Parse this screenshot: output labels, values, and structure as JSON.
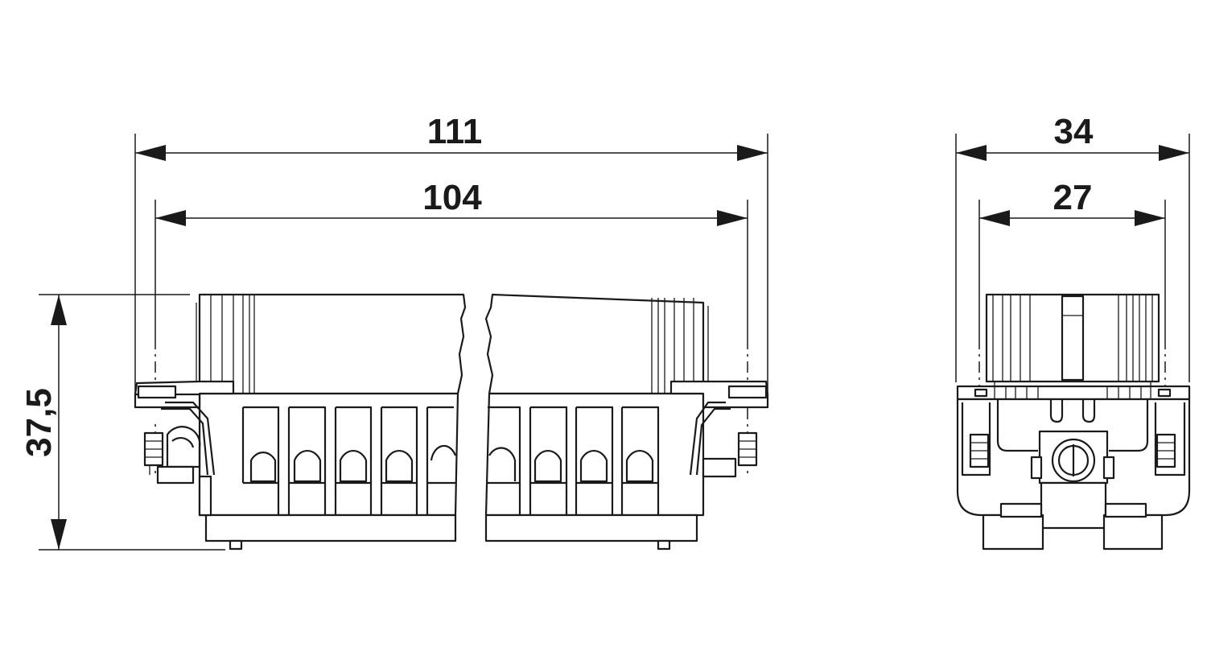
{
  "dimensions": {
    "overall_length": "111",
    "inner_length": "104",
    "overall_width": "34",
    "inner_width": "27",
    "height": "37,5"
  }
}
